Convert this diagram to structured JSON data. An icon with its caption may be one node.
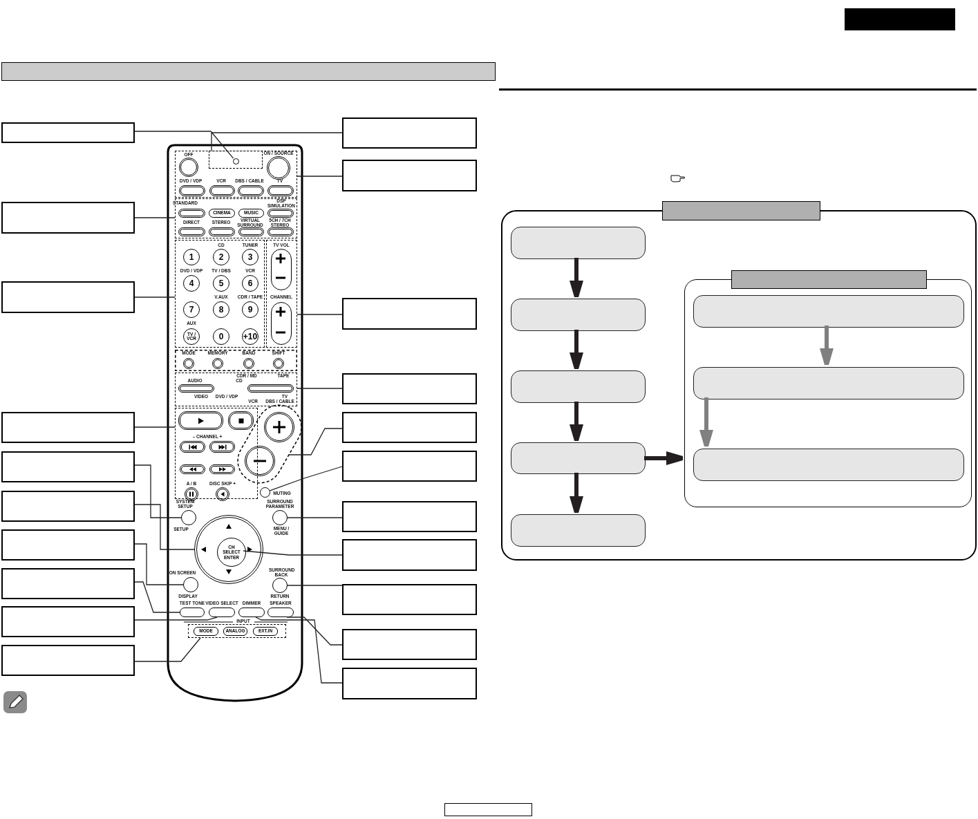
{
  "diagram": {
    "nodes": [
      {
        "text": [],
        "shape": "box"
      },
      {
        "text": [],
        "shape": "box"
      },
      {
        "text": [],
        "shape": "box"
      },
      {
        "text": [],
        "shape": "box"
      },
      {
        "text": [],
        "shape": "box"
      },
      {
        "text": [],
        "shape": "box"
      },
      {
        "text": [],
        "shape": "box"
      },
      {
        "text": [],
        "shape": "box"
      },
      {
        "text": [],
        "shape": "box"
      },
      {
        "text": [],
        "shape": "box"
      },
      {
        "text": [],
        "shape": "box"
      },
      {
        "text": [],
        "shape": "box"
      },
      {
        "text": [],
        "shape": "box"
      },
      {
        "text": [],
        "shape": "box"
      },
      {
        "text": [],
        "shape": "box"
      },
      {
        "text": [],
        "shape": "box"
      },
      {
        "text": [],
        "shape": "box"
      },
      {
        "text": [],
        "shape": "box"
      },
      {
        "text": [],
        "shape": "box"
      },
      {
        "text": [],
        "shape": "box"
      },
      {
        "text": [],
        "shape": "box"
      },
      {
        "text": [],
        "shape": "box"
      },
      {
        "text": [],
        "shape": "circle",
        "in": 21
      },
      {
        "text": [],
        "shape": "box"
      },
      {
        "text": [],
        "shape": "box"
      },
      {
        "text": [],
        "shape": "box"
      },
      {
        "text": [],
        "shape": "box"
      },
      {
        "text": [],
        "shape": "box"
      },
      {
        "text": [],
        "shape": "oval"
      },
      {
        "text": [],
        "shape": "circle",
        "beside": [
          "SYSTEM SETUP",
          "SETUP"
        ]
      },
      {
        "text": [],
        "shape": "circle"
      },
      {
        "text": [],
        "shape": "circle"
      },
      {
        "text": [],
        "shape": "circle",
        "beside": [
          "SURROUND PARAMETER",
          "MENU / GUIDE"
        ]
      },
      {
        "text": [],
        "shape": "circle",
        "beside": [
          "ON SCREEN",
          "DISPLAY"
        ]
      },
      {
        "text": [
          "CH SELECT ENTER"
        ],
        "in": 31
      },
      {
        "text": [],
        "shape": "circle",
        "beside": [
          "SURROUND BACK",
          "RETURN"
        ]
      },
      {
        "text": [],
        "shape": "box",
        "beside": [
          "TEST TONE"
        ]
      },
      {
        "text": [],
        "shape": "box",
        "beside": [
          "VIDEO SELECT"
        ]
      },
      {
        "text": [],
        "shape": "box",
        "beside": [
          "SPEAKER"
        ]
      },
      {
        "text": [],
        "shape": "box"
      },
      {
        "text": [],
        "shape": "box",
        "beside": [
          "DIMMER"
        ]
      },
      {
        "text": [],
        "shape": "box"
      },
      {
        "text": [],
        "shape": "box",
        "in": 41
      },
      {
        "text": [],
        "shape": "box",
        "in": 41
      },
      {
        "text": [],
        "shape": "box",
        "in": 41
      },
      {
        "text": [],
        "shape": "box",
        "in": 41
      },
      {
        "text": [],
        "shape": "box",
        "in": 41
      },
      {
        "text": [],
        "shape": "box",
        "in": 41
      },
      {
        "text": [],
        "shape": "box",
        "in": 47
      },
      {
        "text": [],
        "shape": "box",
        "in": 47
      },
      {
        "text": [],
        "shape": "box",
        "in": 47
      },
      {
        "text": [],
        "shape": "box"
      },
      {
        "text": [],
        "shape": "box"
      },
      {
        "text": [],
        "shape": "box",
        "in": 21
      },
      {
        "text": [],
        "shape": "box",
        "in": 21
      },
      {
        "text": [],
        "shape": "box",
        "in": 21
      },
      {
        "text": [],
        "shape": "box",
        "in": 21
      }
    ],
    "edges": [
      {
        "from": 0,
        "to": 22,
        "arrow": "none"
      },
      {
        "from": 1,
        "to": 21,
        "arrow": "none"
      },
      {
        "from": 2,
        "to": 21,
        "arrow": "none"
      },
      {
        "from": 3,
        "to": 23,
        "arrow": "none"
      },
      {
        "from": 4,
        "to": 24,
        "arrow": "none"
      },
      {
        "from": 5,
        "to": 25,
        "arrow": "none"
      },
      {
        "from": 6,
        "to": 26,
        "arrow": "none"
      },
      {
        "from": 7,
        "to": 27,
        "arrow": "none"
      },
      {
        "from": 8,
        "to": 28,
        "arrow": "none"
      },
      {
        "from": 9,
        "to": 29,
        "arrow": "none"
      },
      {
        "from": 10,
        "to": 30,
        "arrow": "none"
      },
      {
        "from": 11,
        "to": 31,
        "arrow": "none"
      },
      {
        "from": 12,
        "to": 32,
        "arrow": "none"
      },
      {
        "from": 13,
        "to": 33,
        "arrow": "none"
      },
      {
        "from": 14,
        "to": 34,
        "arrow": "none"
      },
      {
        "from": 15,
        "to": 36,
        "arrow": "none"
      },
      {
        "from": 16,
        "to": 35,
        "arrow": "none"
      },
      {
        "from": 17,
        "to": 37,
        "arrow": "none"
      },
      {
        "from": 18,
        "to": 38,
        "arrow": "none"
      },
      {
        "from": 19,
        "to": 39,
        "arrow": "none"
      },
      {
        "from": 20,
        "to": 40,
        "arrow": "none"
      },
      {
        "from": 42,
        "to": 43,
        "arrow": "to",
        "style": "thick"
      },
      {
        "from": 43,
        "to": 44,
        "arrow": "to",
        "style": "thick"
      },
      {
        "from": 44,
        "to": 45,
        "arrow": "to",
        "style": "thick"
      },
      {
        "from": 45,
        "to": 46,
        "arrow": "to",
        "style": "thick"
      },
      {
        "from": 45,
        "to": 47,
        "arrow": "to",
        "style": "thick"
      },
      {
        "from": 48,
        "to": 49,
        "arrow": "to",
        "style": "thick",
        "color": "#808080"
      },
      {
        "from": 49,
        "to": 50,
        "arrow": "to",
        "style": "thick",
        "color": "#808080"
      }
    ],
    "labels": [
      "OFF",
      "ON / SOURCE",
      "DVD / VDP",
      "VCR",
      "DBS / CABLE",
      "TV",
      "STANDARD",
      "DSP SIMULATION",
      "CINEMA",
      "MUSIC",
      "DIRECT",
      "STEREO",
      "VIRTUAL SURROUND",
      "5CH / 7CH STEREO",
      "CD",
      "TUNER",
      "TV VOL",
      "1",
      "2",
      "3",
      "DVD / VDP",
      "TV / DBS",
      "VCR",
      "4",
      "5",
      "6",
      "V.AUX",
      "CDR / TAPE",
      "CHANNEL",
      "7",
      "8",
      "9",
      "AUX",
      "TV / VCR",
      "0",
      "+10",
      "MODE",
      "MEMORY",
      "BAND",
      "SHIFT",
      "AUDIO",
      "CDR / MD",
      "CD",
      "TAPE",
      "VIDEO",
      "DVD / VDP",
      "TV",
      "VCR",
      "DBS / CABLE",
      "– CHANNEL +",
      "A / B",
      "DISC SKIP +",
      "MUTING",
      "INPUT",
      "MODE",
      "ANALOG",
      "EXT.IN"
    ]
  }
}
